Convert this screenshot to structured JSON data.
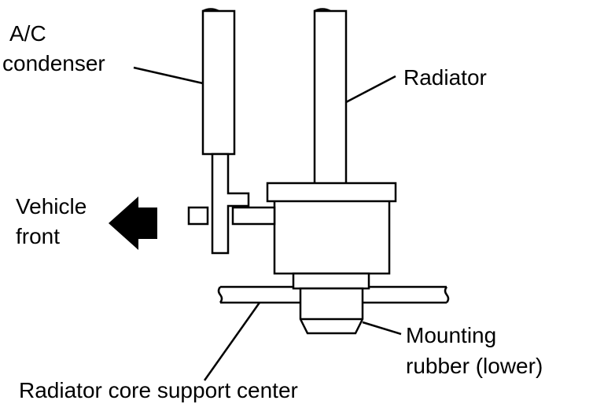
{
  "labels": {
    "ac_condenser_line1": "A/C",
    "ac_condenser_line2": "condenser",
    "radiator": "Radiator",
    "vehicle_front_line1": "Vehicle",
    "vehicle_front_line2": "front",
    "mounting_rubber_line1": "Mounting",
    "mounting_rubber_line2": "rubber (lower)",
    "core_support": "Radiator core support center"
  },
  "colors": {
    "ink": "#000000",
    "background": "#ffffff"
  },
  "icons": {
    "direction_arrow": "arrow-left-icon"
  }
}
